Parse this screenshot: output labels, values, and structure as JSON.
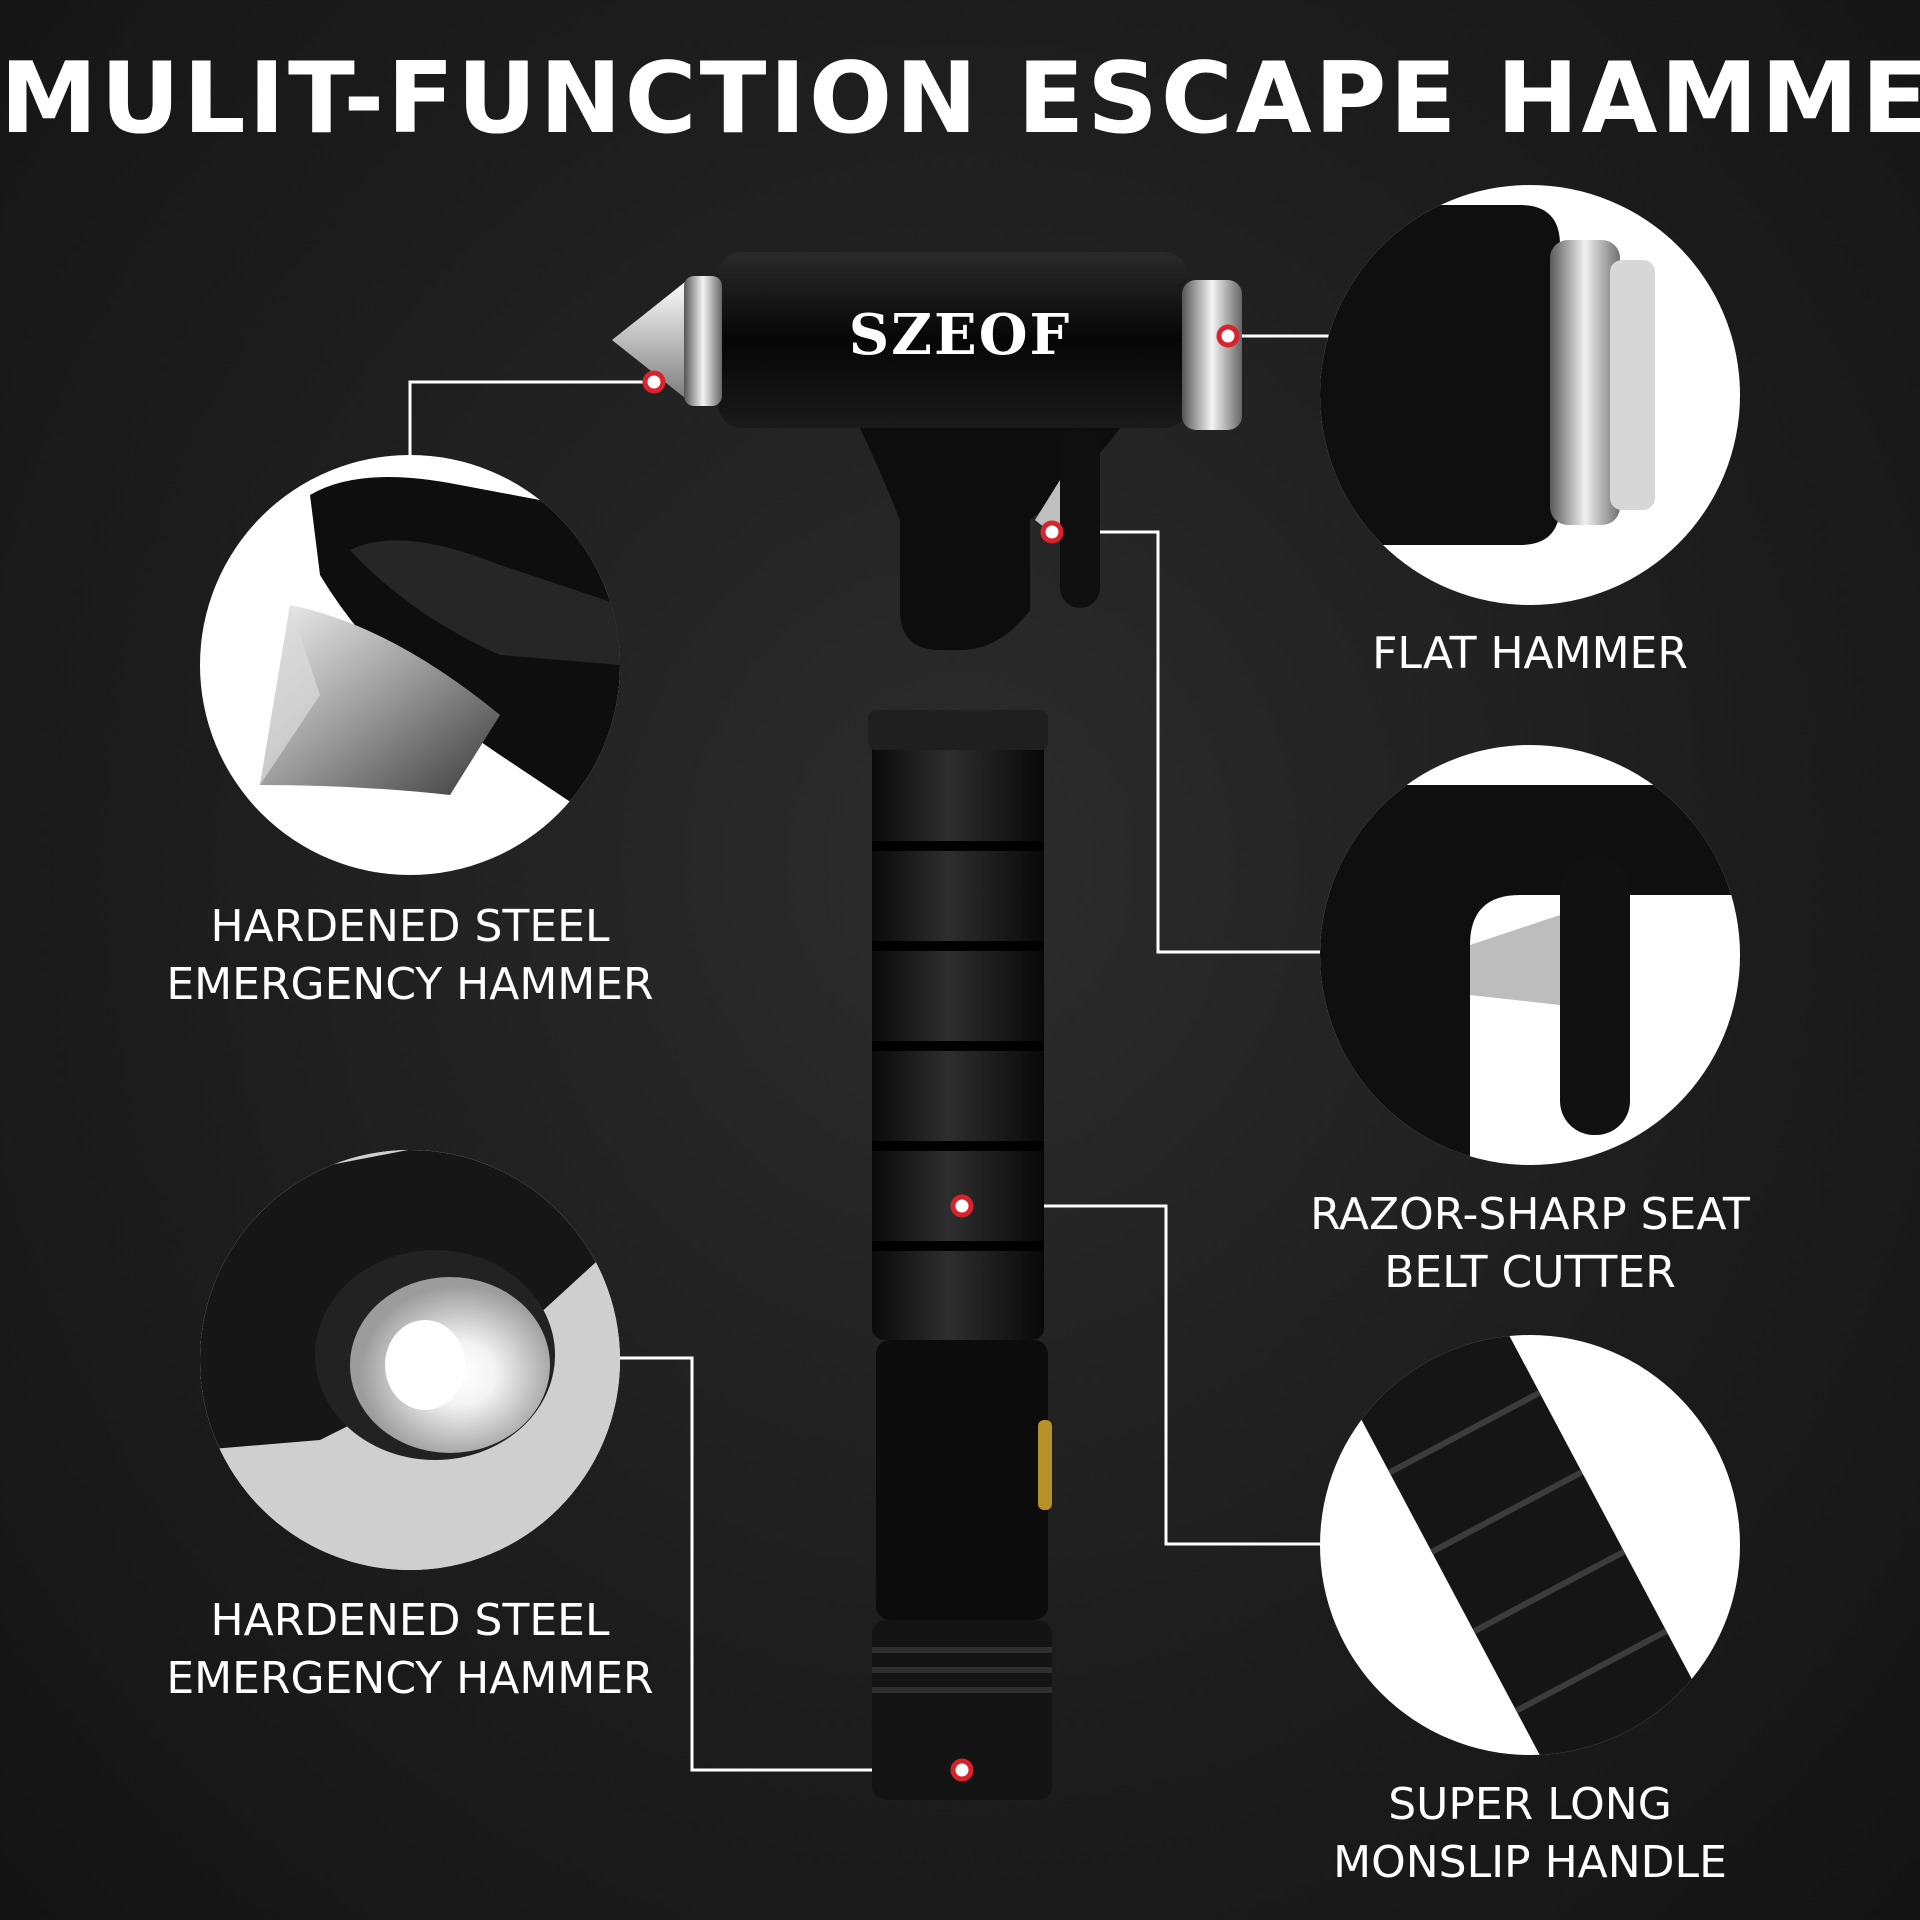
{
  "title": "MULIT-FUNCTION ESCAPE HAMMER",
  "brand": "SZEOF",
  "features": {
    "top_left": [
      "HARDENED STEEL",
      "EMERGENCY HAMMER"
    ],
    "bottom_left": [
      "HARDENED STEEL",
      "EMERGENCY HAMMER"
    ],
    "flat_hammer": [
      "FLAT HAMMER"
    ],
    "belt_cutter": [
      "RAZOR-SHARP SEAT",
      "BELT CUTTER"
    ],
    "handle": [
      "SUPER LONG",
      "MONSLIP HANDLE"
    ]
  },
  "colors": {
    "background": "#1e1e1e",
    "text": "#ffffff",
    "marker": "#d8232a",
    "steel": "#c8c8c8"
  }
}
